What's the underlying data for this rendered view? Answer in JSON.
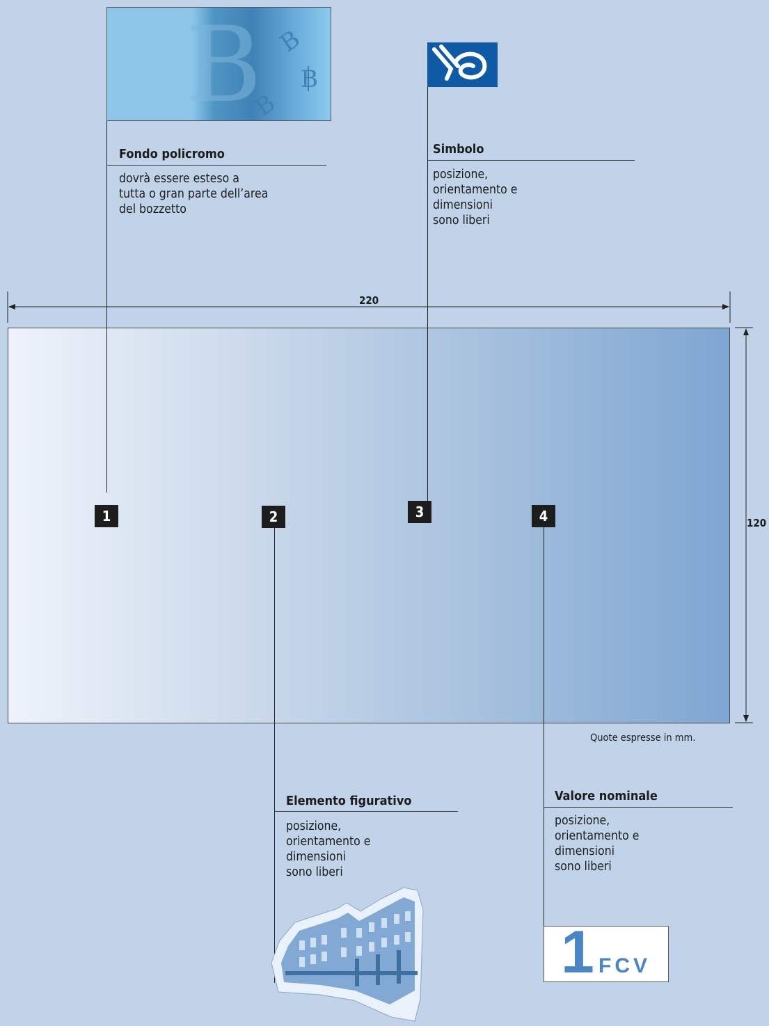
{
  "dimensions": {
    "width_label": "220",
    "height_label": "120",
    "unit_note": "Quote espresse in mm."
  },
  "callouts": [
    {
      "number": "1",
      "title": "Fondo policromo",
      "description": "dovrà essere esteso a\ntutta o gran parte dell’area\ndel bozzetto"
    },
    {
      "number": "2",
      "title": "Elemento figurativo",
      "description": "posizione,\norientamento e\ndimensioni\nsono liberi"
    },
    {
      "number": "3",
      "title": "Simbolo",
      "description": "posizione,\norientamento e\ndimensioni\nsono liberi"
    },
    {
      "number": "4",
      "title": "Valore nominale",
      "description": "posizione,\norientamento e\ndimensioni\nsono liberi"
    }
  ],
  "samples": {
    "value_number": "1",
    "value_currency": "FCV",
    "background_glyph": "B",
    "symbol_icon": "bank-logo-icon",
    "figure_icon": "building-engraving-icon"
  },
  "colors": {
    "page_background": "#c1d3e9",
    "gradient_light": "#eef3fb",
    "gradient_dark": "#7ea6d2",
    "symbol_blue": "#0e5aa5",
    "value_blue": "#4a86c6",
    "marker_black": "#1d1d1d"
  }
}
